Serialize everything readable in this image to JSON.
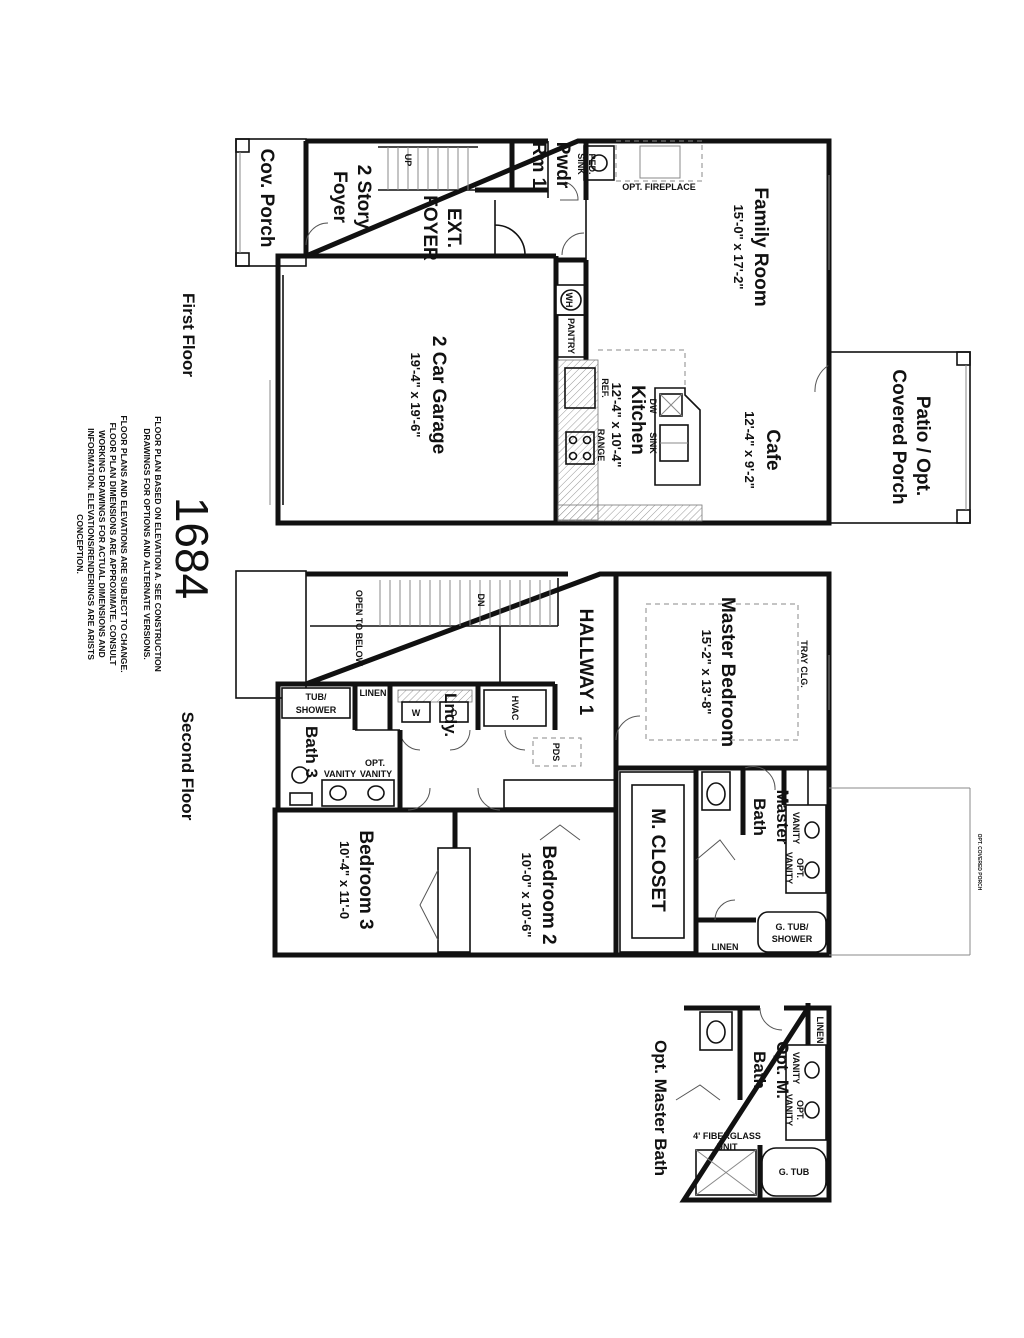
{
  "model_number": "1684",
  "floor_titles": {
    "first": "First Floor",
    "second": "Second Floor",
    "opt_master_bath": "Opt. Master Bath"
  },
  "notes": [
    "FLOOR PLAN BASED ON ELEVATION A. SEE CONSTRUCTION",
    "DRAWINGS FOR OPTIONS AND ALTERNATE VERSIONS.",
    "FLOOR PLANS AND ELEVATIONS ARE SUBJECT TO CHANGE.",
    "FLOOR PLAN DIMENSIONS ARE APPROXIMATE. CONSULT",
    "WORKING DRAWINGS FOR ACTUAL DIMENSIONS AND",
    "INFORMATION. ELEVATIONS/RENDERINGS ARE ARISTS",
    "CONCEPTION."
  ],
  "first_floor": {
    "cov_porch": "Cov. Porch",
    "foyer": [
      "2 Story",
      "Foyer"
    ],
    "ext_foyer": [
      "EXT.",
      "FOYER"
    ],
    "up": "UP",
    "pwdr": [
      "Pwdr",
      "Rm 1"
    ],
    "ped_sink": [
      "PED.",
      "SINK"
    ],
    "opt_fireplace": "OPT. FIREPLACE",
    "family_room": {
      "name": "Family Room",
      "dims": "15'-0\" x 17'-2\""
    },
    "wh": "WH",
    "pantry": "PANTRY",
    "garage": {
      "name": "2 Car Garage",
      "dims": "19'-4\" x 19'-6\""
    },
    "kitchen": {
      "name": "Kitchen",
      "dims": "12'-4\" x 10'-4\""
    },
    "ref": "REF.",
    "dw": "DW",
    "sink": "SINK",
    "range": "RANGE",
    "cafe": {
      "name": "Cafe",
      "dims": "12'-4\" x 9'-2\""
    },
    "patio": [
      "Patio / Opt.",
      "Covered Porch"
    ]
  },
  "second_floor": {
    "open_to_below": "OPEN TO BELOW",
    "dn": "DN",
    "hallway": "HALLWAY 1",
    "master_bedroom": {
      "name": "Master Bedroom",
      "dims": "15'-2\" x 13'-8\""
    },
    "tray_clg": "TRAY CLG.",
    "tub_shower": [
      "TUB/",
      "SHOWER"
    ],
    "linen": "LINEN",
    "w": "W",
    "d": "D",
    "lndy": "Lndy.",
    "hvac": "HVAC",
    "pds": "PDS",
    "bath3": "Bath 3",
    "opt": "OPT.",
    "vanity": "VANITY",
    "bedroom3": {
      "name": "Bedroom 3",
      "dims": "10'-4\" x 11'-0"
    },
    "bedroom2": {
      "name": "Bedroom 2",
      "dims": "10'-0\" x 10'-6\""
    },
    "m_closet": "M. CLOSET",
    "master_bath": [
      "Master",
      "Bath"
    ],
    "opt_vanity": [
      "OPT.",
      "VANITY"
    ],
    "g_tub_shower": [
      "G. TUB/",
      "SHOWER"
    ],
    "opt_covered_porch": "OPT. COVERED PORCH"
  },
  "opt_bath": {
    "linen": "LINEN",
    "name": [
      "Opt. M.",
      "Bath"
    ],
    "vanity": "VANITY",
    "opt_vanity": [
      "OPT.",
      "VANITY"
    ],
    "fiberglass": [
      "4' FIBERGLASS",
      "UNIT"
    ],
    "g_tub": "G. TUB"
  }
}
